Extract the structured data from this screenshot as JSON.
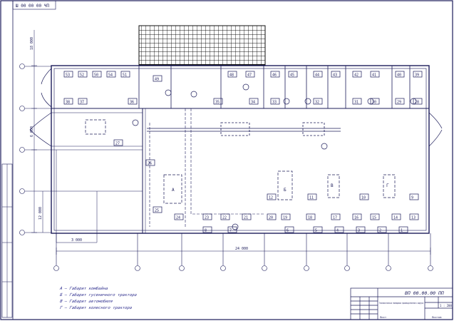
{
  "stamp_top": "Ш 00 00 00 ЧП",
  "doc_code": "ВП 00.00.00 ПП",
  "title_block_note": "Технологическая планировка производственного корпуса",
  "sheet_label": "1 : 200",
  "sheet_footer_left": "Лист",
  "sheet_footer_right": "Листов",
  "dim_overall": "24 000",
  "dim_bay": "12 000",
  "dim_span": "6 000",
  "dim_height_left": "18 000",
  "dim_small": "3 000",
  "legend": [
    "А – Габарит комбайна",
    "Б – Габарит гусеничного трактора",
    "В – Габарит автомобиля",
    "Г – Габарит колесного трактора"
  ],
  "zone_labels": [
    "А",
    "Б",
    "В",
    "Г"
  ],
  "equipment_numbers": [
    "53",
    "52",
    "50",
    "54",
    "51",
    "49",
    "48",
    "47",
    "46",
    "45",
    "44",
    "43",
    "42",
    "41",
    "40",
    "39",
    "38",
    "37",
    "36",
    "35",
    "34",
    "33",
    "32",
    "31",
    "30",
    "29",
    "28",
    "27",
    "26",
    "25",
    "24",
    "23",
    "22",
    "21",
    "20",
    "19",
    "18",
    "17",
    "16",
    "15",
    "14",
    "13",
    "12",
    "11",
    "10",
    "9",
    "8",
    "7",
    "6",
    "5",
    "4",
    "3",
    "2",
    "1"
  ],
  "colors": {
    "line": "#1c1c5a",
    "accent": "#2b2b8c",
    "grid": "#1a1a1a"
  }
}
